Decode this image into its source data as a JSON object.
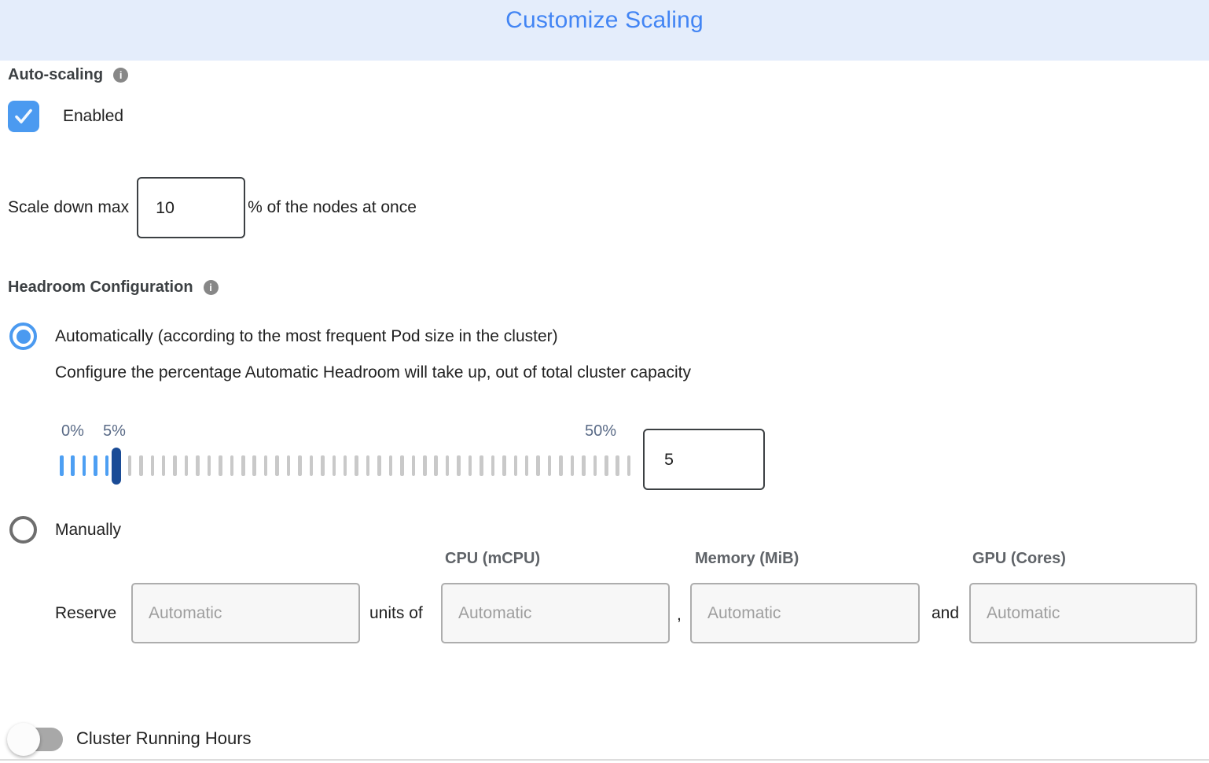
{
  "header": {
    "title": "Customize Scaling"
  },
  "auto_scaling": {
    "label": "Auto-scaling",
    "checkbox": {
      "label": "Enabled",
      "checked": true
    }
  },
  "scale_down": {
    "prefix": "Scale down max",
    "value": "10",
    "suffix": "% of the nodes at once"
  },
  "headroom": {
    "label": "Headroom Configuration",
    "automatic_option": {
      "label": "Automatically (according to the most frequent Pod size in the cluster)",
      "selected": true,
      "description": "Configure the percentage Automatic Headroom will take up, out of total cluster capacity"
    },
    "manual_option": {
      "label": "Manually",
      "selected": false
    },
    "slider": {
      "min_label": "0%",
      "current_label": "5%",
      "max_label": "50%",
      "value": "5",
      "total_ticks": 51,
      "filled_ticks": 6,
      "handle_index": 5,
      "tick_color_active": "#4D9FF3",
      "tick_color_inactive": "#C9C9C9",
      "handle_color": "#1A4B96"
    }
  },
  "manual_reserve": {
    "column_headers": [
      "CPU (mCPU)",
      "Memory (MiB)",
      "GPU (Cores)"
    ],
    "reserve_label": "Reserve",
    "units_of_label": "units of",
    "comma_label": ",",
    "and_label": "and",
    "placeholders": [
      "Automatic",
      "Automatic",
      "Automatic",
      "Automatic"
    ]
  },
  "cluster_running_hours": {
    "label": "Cluster Running Hours",
    "enabled": false
  },
  "colors": {
    "header_bg": "#E4EDFB",
    "title_blue": "#4285F4",
    "accent_blue": "#4B9AF0",
    "slider_label": "#5A6B87",
    "divider": "#DDDDDD"
  }
}
